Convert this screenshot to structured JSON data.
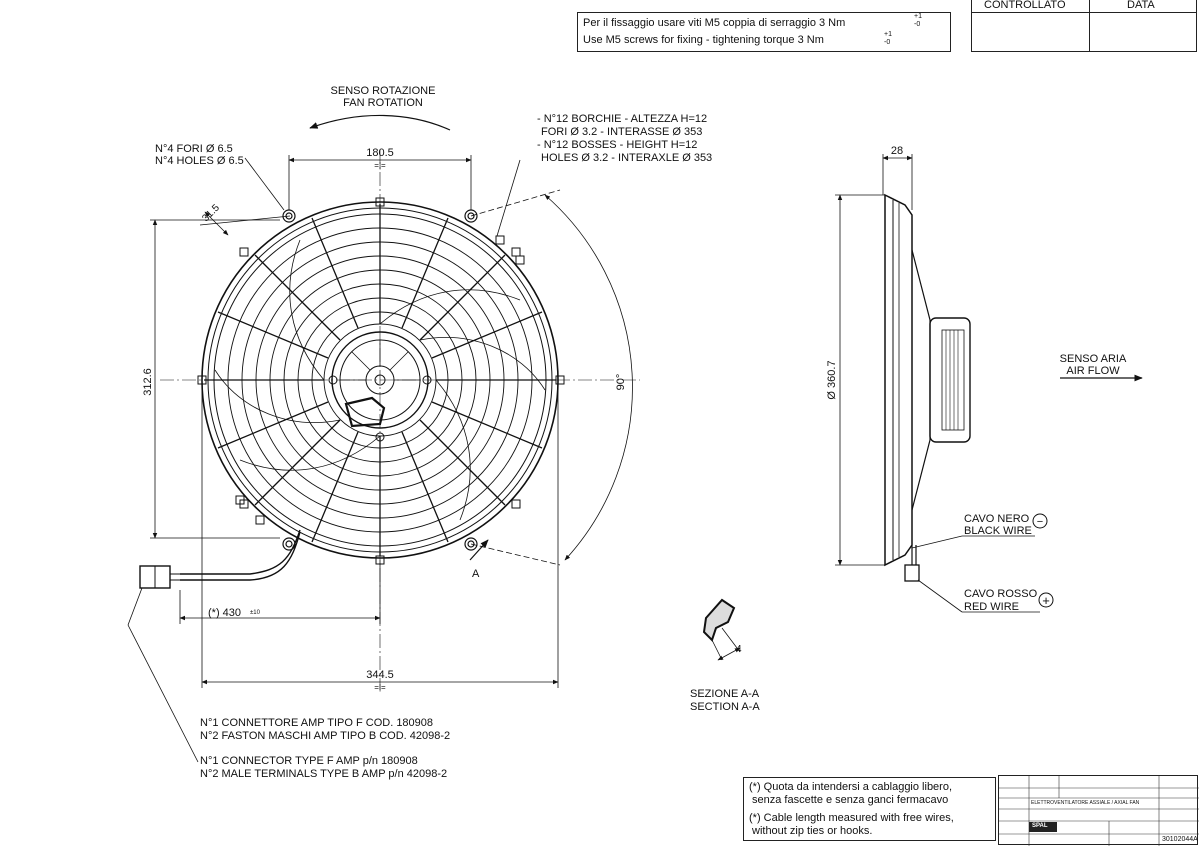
{
  "header_note": {
    "line1": "Per il fissaggio usare viti M5 coppia di serraggio 3  Nm",
    "line2": "Use M5 screws for fixing - tightening torque 3  Nm",
    "tol_upper": "+1",
    "tol_lower": "-0"
  },
  "approval_table": {
    "col1": "CONTROLLATO",
    "col2": "DATA"
  },
  "front_view": {
    "rotation_label_it": "SENSO ROTAZIONE",
    "rotation_label_en": "FAN ROTATION",
    "holes_it": "N°4 FORI Ø 6.5",
    "holes_en": "N°4 HOLES Ø 6.5",
    "bosses_it_1": "- N°12 BORCHIE - ALTEZZA H=12",
    "bosses_it_2": "FORI Ø 3.2 - INTERASSE Ø 353",
    "bosses_en_1": "- N°12 BOSSES - HEIGHT H=12",
    "bosses_en_2": "HOLES Ø 3.2 - INTERAXLE Ø 353",
    "dim_top": "180.5",
    "dim_hole_offset": "31.5",
    "dim_height": "312.6",
    "dim_width": "344.5",
    "dim_angle": "90°",
    "dim_cable": "(*) 430",
    "dim_cable_tol": "±10",
    "section_marker": "A",
    "sym_eq": "=|="
  },
  "side_view": {
    "dim_depth": "28",
    "dim_diameter": "Ø 360.7",
    "air_flow_it": "SENSO ARIA",
    "air_flow_en": "AIR FLOW",
    "black_wire_it": "CAVO NERO",
    "black_wire_en": "BLACK WIRE",
    "red_wire_it": "CAVO ROSSO",
    "red_wire_en": "RED WIRE",
    "minus": "−",
    "plus": "+"
  },
  "section": {
    "dim": "4",
    "label_it": "SEZIONE A-A",
    "label_en": "SECTION A-A"
  },
  "connector_notes": {
    "it_1": "N°1 CONNETTORE AMP TIPO F COD. 180908",
    "it_2": "N°2 FASTON MASCHI AMP TIPO B COD. 42098-2",
    "en_1": "N°1 CONNECTOR TYPE F AMP p/n 180908",
    "en_2": "N°2 MALE TERMINALS TYPE B AMP p/n 42098-2"
  },
  "cable_note": {
    "it_1": "(*) Quota da intendersi a cablaggio libero,",
    "it_2": "senza fascette e senza ganci fermacavo",
    "en_1": "(*) Cable length measured with free wires,",
    "en_2": "without zip ties or hooks."
  },
  "title_block": {
    "description": "ELETTROVENTILATORE ASSIALE / AXIAL FAN",
    "drawing_number": "30102044A",
    "brand": "SPAL"
  }
}
